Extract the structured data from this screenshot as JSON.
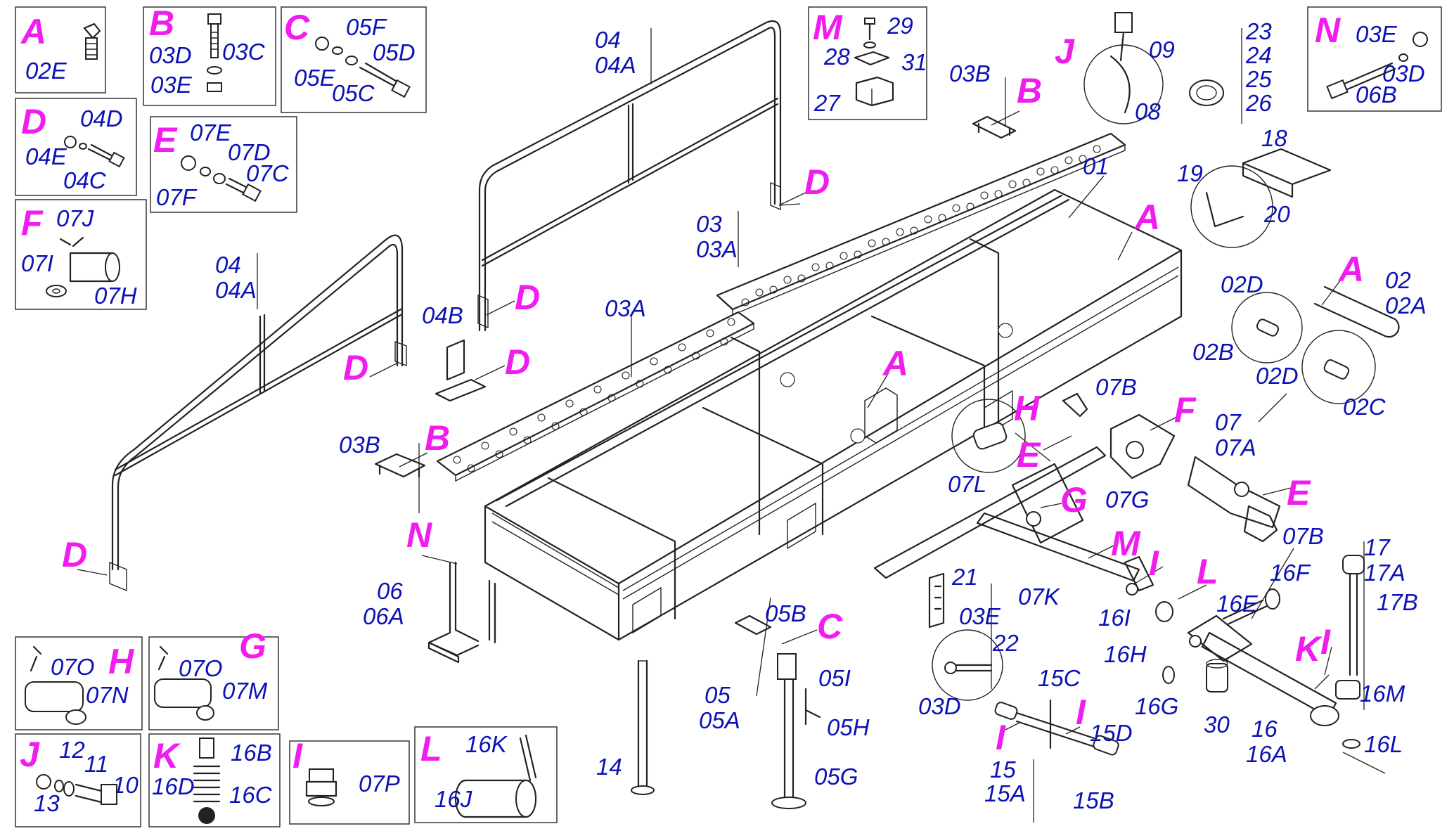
{
  "diagram_title": "",
  "inset_boxes": [
    {
      "key": "A",
      "labels": [
        "02E"
      ]
    },
    {
      "key": "B",
      "labels": [
        "03D",
        "03C",
        "03E"
      ]
    },
    {
      "key": "C",
      "labels": [
        "05F",
        "05D",
        "05E",
        "05C"
      ]
    },
    {
      "key": "D",
      "labels": [
        "04D",
        "04E",
        "04C"
      ]
    },
    {
      "key": "E",
      "labels": [
        "07E",
        "07D",
        "07C",
        "07F"
      ]
    },
    {
      "key": "F",
      "labels": [
        "07J",
        "07I",
        "07H"
      ]
    },
    {
      "key": "M",
      "labels": [
        "29",
        "28",
        "31",
        "27"
      ]
    },
    {
      "key": "N",
      "labels": [
        "03E",
        "03D",
        "06B"
      ]
    },
    {
      "key": "H",
      "labels": [
        "07O",
        "07N"
      ]
    },
    {
      "key": "G",
      "labels": [
        "07O",
        "07M"
      ]
    },
    {
      "key": "J",
      "labels": [
        "12",
        "11",
        "13",
        "10"
      ]
    },
    {
      "key": "K",
      "labels": [
        "16B",
        "16D",
        "16C"
      ]
    },
    {
      "key": "I",
      "labels": [
        "07P"
      ]
    },
    {
      "key": "L",
      "labels": [
        "16K",
        "16J"
      ]
    }
  ],
  "main_labels": {
    "l_04_top": "04",
    "l_04a_top": "04A",
    "l_04_left": "04",
    "l_04a_left": "04A",
    "l_03": "03",
    "l_03a": "03A",
    "l_03a_front": "03A",
    "l_03b_top": "03B",
    "l_03b_left": "03B",
    "l_04b": "04B",
    "l_01": "01",
    "l_09": "09",
    "l_08": "08",
    "l_23": "23",
    "l_24": "24",
    "l_25": "25",
    "l_26": "26",
    "l_18": "18",
    "l_19": "19",
    "l_20": "20",
    "l_02d_a": "02D",
    "l_02b": "02B",
    "l_02d_b": "02D",
    "l_02c": "02C",
    "l_02": "02",
    "l_02a": "02A",
    "l_07b_top": "07B",
    "l_07b_bot": "07B",
    "l_07l": "07L",
    "l_07g": "07G",
    "l_07": "07",
    "l_07a": "07A",
    "l_06": "06",
    "l_06a": "06A",
    "l_14": "14",
    "l_05b": "05B",
    "l_05": "05",
    "l_05a": "05A",
    "l_05i": "05I",
    "l_05h": "05H",
    "l_05g": "05G",
    "l_07k": "07K",
    "l_21": "21",
    "l_03e": "03E",
    "l_22": "22",
    "l_03d": "03D",
    "l_16i": "16I",
    "l_16f": "16F",
    "l_16e": "16E",
    "l_16h": "16H",
    "l_16g": "16G",
    "l_30": "30",
    "l_17": "17",
    "l_17a": "17A",
    "l_17b": "17B",
    "l_16m": "16M",
    "l_16": "16",
    "l_16a": "16A",
    "l_16l": "16L",
    "l_15c": "15C",
    "l_15d": "15D",
    "l_15": "15",
    "l_15a": "15A",
    "l_15b": "15B"
  },
  "callout_keys": {
    "k_d1": "D",
    "k_d2": "D",
    "k_d3": "D",
    "k_d4": "D",
    "k_d5": "D",
    "k_b1": "B",
    "k_b2": "B",
    "k_j": "J",
    "k_a1": "A",
    "k_a2": "A",
    "k_a3": "A",
    "k_h": "H",
    "k_e1": "E",
    "k_f": "F",
    "k_e2": "E",
    "k_g": "G",
    "k_n": "N",
    "k_m": "M",
    "k_i1": "I",
    "k_l": "L",
    "k_c": "C",
    "k_k": "K",
    "k_i2": "I",
    "k_i3": "I",
    "k_i4": "I"
  },
  "colors": {
    "label_blue": "#0b12b5",
    "key_magenta": "#f01cf0",
    "line": "#222222"
  }
}
